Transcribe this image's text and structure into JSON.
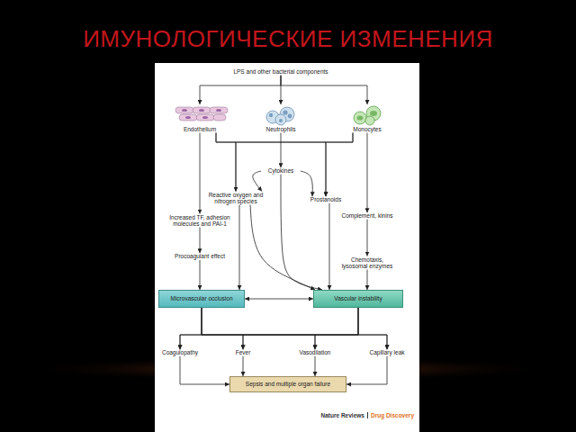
{
  "diagram": {
    "title": "ИМУНОЛОГИЧЕСКИЕ ИЗМЕНЕНИЯ",
    "nodes": [
      {
        "text": [
          "LPS and other bacterial components"
        ]
      },
      {
        "text": [
          "Endothelium"
        ]
      },
      {
        "text": [
          "Neutrophils"
        ]
      },
      {
        "text": [
          "Monocytes"
        ]
      },
      {
        "text": [
          "Cytokines"
        ]
      },
      {
        "text": [
          "Reactive oxygen and nitrogen species"
        ]
      },
      {
        "text": [
          "Prostanoids"
        ]
      },
      {
        "text": [
          "Increased TF, adhesion molecules and PAI-1"
        ]
      },
      {
        "text": [
          "Complement, kinins"
        ]
      },
      {
        "text": [
          "Procoagulant effect"
        ]
      },
      {
        "text": [
          "Chemotaxis, lysosomal enzymes"
        ]
      },
      {
        "text": [
          "Microvascular occlusion"
        ]
      },
      {
        "text": [
          "Vascular instability"
        ]
      },
      {
        "text": [
          "Coagulopathy"
        ]
      },
      {
        "text": [
          "Fever"
        ]
      },
      {
        "text": [
          "Vasodilation"
        ]
      },
      {
        "text": [
          "Capillary leak"
        ]
      },
      {
        "text": [
          "Sepsis and multiple organ failure"
        ]
      }
    ],
    "edges": [
      {
        "from": 0,
        "to": 1,
        "arrow": "to"
      },
      {
        "from": 0,
        "to": 2,
        "arrow": "to"
      },
      {
        "from": 0,
        "to": 3,
        "arrow": "to"
      },
      {
        "from": 1,
        "to": 7,
        "arrow": "to"
      },
      {
        "from": 1,
        "to": 5,
        "arrow": "to"
      },
      {
        "from": 1,
        "to": 6,
        "arrow": "to"
      },
      {
        "from": 3,
        "to": 5,
        "arrow": "to"
      },
      {
        "from": 3,
        "to": 6,
        "arrow": "to"
      },
      {
        "from": 2,
        "to": 4,
        "arrow": "to"
      },
      {
        "from": 3,
        "to": 8,
        "arrow": "to"
      },
      {
        "from": 4,
        "to": 5,
        "arrow": "to"
      },
      {
        "from": 4,
        "to": 6,
        "arrow": "to"
      },
      {
        "from": 4,
        "to": 12,
        "arrow": "to"
      },
      {
        "from": 5,
        "to": 11,
        "arrow": "to"
      },
      {
        "from": 5,
        "to": 12,
        "arrow": "to"
      },
      {
        "from": 6,
        "to": 12,
        "arrow": "to"
      },
      {
        "from": 7,
        "to": 9,
        "arrow": "to"
      },
      {
        "from": 9,
        "to": 11,
        "arrow": "to"
      },
      {
        "from": 8,
        "to": 10,
        "arrow": "to"
      },
      {
        "from": 10,
        "to": 12,
        "arrow": "to"
      },
      {
        "from": 11,
        "to": 12,
        "arrow": "both"
      },
      {
        "from": 11,
        "to": 13,
        "arrow": "to"
      },
      {
        "from": 11,
        "to": 14,
        "arrow": "to"
      },
      {
        "from": 11,
        "to": 15,
        "arrow": "to"
      },
      {
        "from": 11,
        "to": 16,
        "arrow": "to"
      },
      {
        "from": 12,
        "to": 13,
        "arrow": "to"
      },
      {
        "from": 12,
        "to": 14,
        "arrow": "to"
      },
      {
        "from": 12,
        "to": 15,
        "arrow": "to"
      },
      {
        "from": 12,
        "to": 16,
        "arrow": "to"
      },
      {
        "from": 13,
        "to": 17,
        "arrow": "to"
      },
      {
        "from": 14,
        "to": 17,
        "arrow": "to"
      },
      {
        "from": 15,
        "to": 17,
        "arrow": "to"
      },
      {
        "from": 16,
        "to": 17,
        "arrow": "to"
      }
    ],
    "labels": [
      "Nature Reviews",
      "Drug Discovery"
    ]
  }
}
